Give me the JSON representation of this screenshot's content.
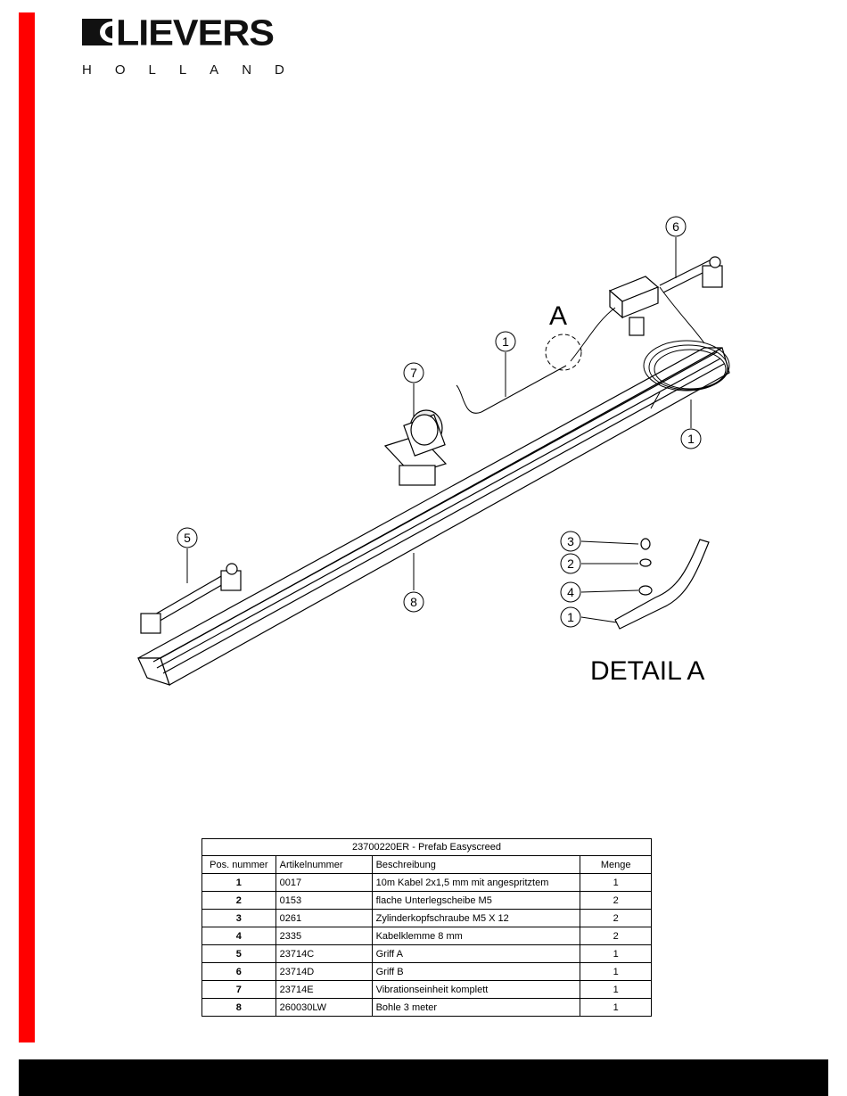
{
  "brand": {
    "name": "LIEVERS",
    "sub": "HOLLAND",
    "accent": "#ff0000"
  },
  "drawing": {
    "detail_letter": "A",
    "detail_label": "DETAIL A",
    "callouts": [
      "1",
      "1",
      "5",
      "6",
      "7",
      "8",
      "3",
      "2",
      "4",
      "1"
    ]
  },
  "table": {
    "title": "23700220ER -  Prefab Easyscreed",
    "headers": [
      "Pos. nummer",
      "Artikelnummer",
      "Beschreibung",
      "Menge"
    ],
    "rows": [
      [
        "1",
        "0017",
        "10m Kabel 2x1,5 mm mit angespritztem",
        "1"
      ],
      [
        "2",
        "0153",
        "flache Unterlegscheibe M5",
        "2"
      ],
      [
        "3",
        "0261",
        "Zylinderkopfschraube M5 X 12",
        "2"
      ],
      [
        "4",
        "2335",
        "Kabelklemme 8 mm",
        "2"
      ],
      [
        "5",
        "23714C",
        "Griff A",
        "1"
      ],
      [
        "6",
        "23714D",
        "Griff B",
        "1"
      ],
      [
        "7",
        "23714E",
        "Vibrationseinheit  komplett",
        "1"
      ],
      [
        "8",
        "260030LW",
        "Bohle 3 meter",
        "1"
      ]
    ]
  }
}
